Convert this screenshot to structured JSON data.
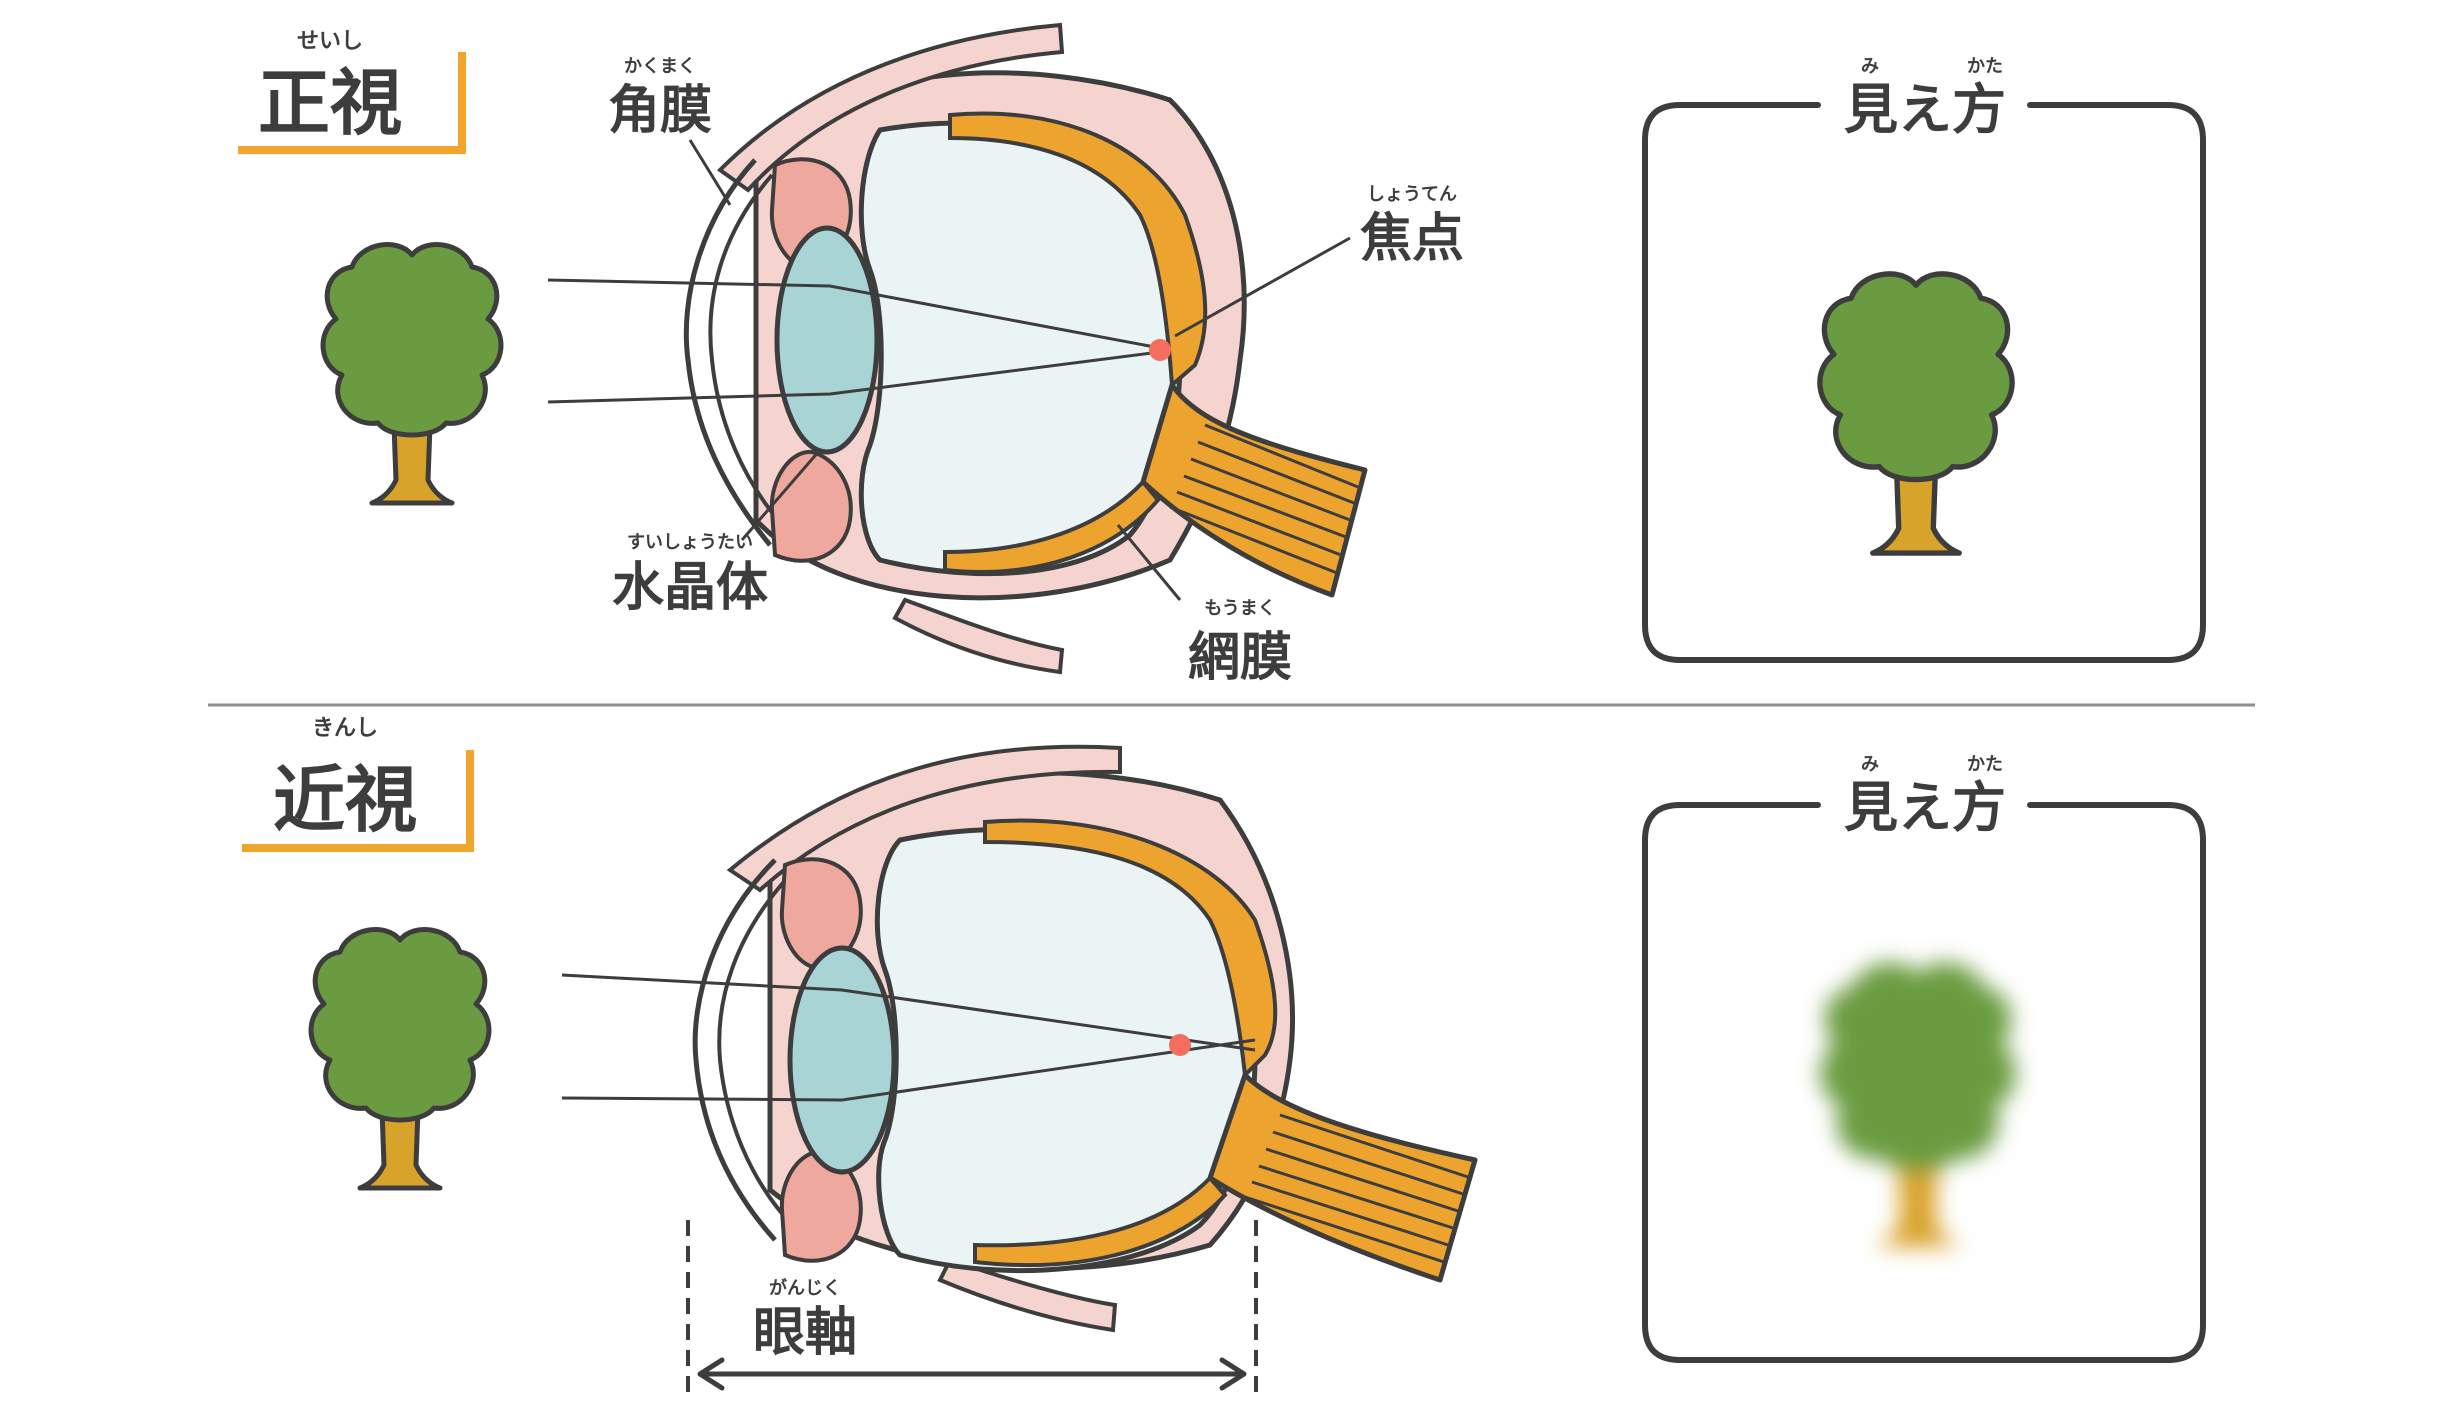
{
  "sections": {
    "normal": {
      "title": "正視",
      "title_ruby": "せいし",
      "labels": {
        "cornea": "角膜",
        "cornea_ruby": "かくまく",
        "focus": "焦点",
        "focus_ruby": "しょうてん",
        "lens": "水晶体",
        "lens_ruby": "すいしょうたい",
        "retina": "網膜",
        "retina_ruby": "もうまく"
      },
      "view_title": "見え方",
      "view_ruby_mi": "み",
      "view_ruby_kata": "かた"
    },
    "myopia": {
      "title": "近視",
      "title_ruby": "きんし",
      "labels": {
        "axis": "眼軸",
        "axis_ruby": "がんじく"
      },
      "view_title": "見え方",
      "view_ruby_mi": "み",
      "view_ruby_kata": "かた"
    }
  },
  "colors": {
    "outline": "#3d3d3d",
    "title_accent": "#f0a52c",
    "sclera": "#f5d3cf",
    "ciliary": "#eea89e",
    "lens": "#a9d4d6",
    "vitreous": "#eaf4f4",
    "retina": "#eda42e",
    "focus_point": "#f36e5e",
    "tree_crown": "#6a9b40",
    "tree_trunk": "#d8a32a",
    "divider": "#8e8e8e"
  },
  "icons": [
    "tree-icon",
    "tree-blurred-icon",
    "focus-point-icon",
    "double-arrow-icon"
  ]
}
